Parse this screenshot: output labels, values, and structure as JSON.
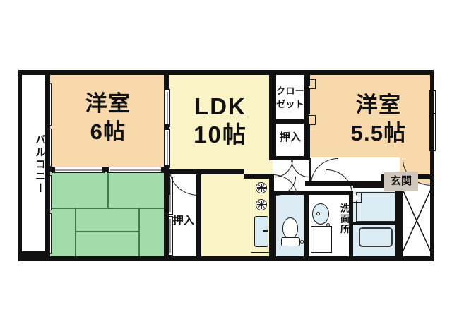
{
  "plan": {
    "title": "apartment-floor-plan",
    "rooms": [
      {
        "id": "balcony",
        "label": "バルコニー",
        "orientation": "vertical"
      },
      {
        "id": "bedroom1",
        "name": "洋室",
        "size": "6帖"
      },
      {
        "id": "ldk",
        "name": "LDK",
        "size": "10帖"
      },
      {
        "id": "bedroom2",
        "name": "洋室",
        "size": "5.5帖"
      },
      {
        "id": "closet",
        "label": "クローゼット"
      },
      {
        "id": "oshiire_right",
        "label": "押入"
      },
      {
        "id": "oshiire_center",
        "label": "押入"
      },
      {
        "id": "washroom",
        "label": "洗面所",
        "orientation": "vertical"
      },
      {
        "id": "genkan",
        "label": "玄関"
      }
    ],
    "labels": {
      "balcony": "バルコニー",
      "bedroom1_name": "洋室",
      "bedroom1_size": "6帖",
      "ldk_name": "LDK",
      "ldk_size": "10帖",
      "bedroom2_name": "洋室",
      "bedroom2_size": "5.5帖",
      "closet": "クローゼット",
      "closet_line1": "クロー",
      "closet_line2": "ゼット",
      "oshiire_right": "押入",
      "oshiire_center": "押入",
      "washroom": "洗面所",
      "genkan": "玄関"
    },
    "colors": {
      "bedroom_fill": "#f7d9ac",
      "ldk_fill": "#fbf4c6",
      "tatami_fill": "#a3dcab",
      "water_fill": "#dcecf4",
      "genkan_fill": "#cfc7bb",
      "wall": "#111111",
      "background": "#ffffff"
    },
    "fixtures": [
      {
        "id": "kitchen-stove",
        "name": "2-burner-stove"
      },
      {
        "id": "kitchen-sink",
        "name": "kitchen-sink"
      },
      {
        "id": "toilet",
        "name": "toilet"
      },
      {
        "id": "vanity",
        "name": "washbasin-vanity"
      },
      {
        "id": "bathtub",
        "name": "bathtub"
      },
      {
        "id": "shoe-box",
        "name": "shoe-cabinet"
      }
    ]
  }
}
